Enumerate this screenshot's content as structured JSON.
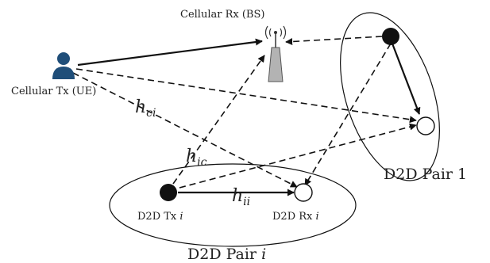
{
  "labels": {
    "bs": "Cellular Rx (BS)",
    "ue": "Cellular Tx (UE)",
    "d2d_pair_1": "D2D Pair 1",
    "d2d_tx": "D2D Tx",
    "d2d_rx": "D2D Rx",
    "d2d_pair_i": "D2D Pair",
    "index_i": "i"
  },
  "channels": {
    "h_ci": {
      "symbol": "h",
      "sub": "ci"
    },
    "h_ic": {
      "symbol": "h",
      "sub": "ic"
    },
    "h_ii": {
      "symbol": "h",
      "sub": "ii"
    }
  },
  "colors": {
    "ue_icon": "#1f4e79",
    "bs_tower": "#b3b3b3",
    "line": "#111111"
  }
}
